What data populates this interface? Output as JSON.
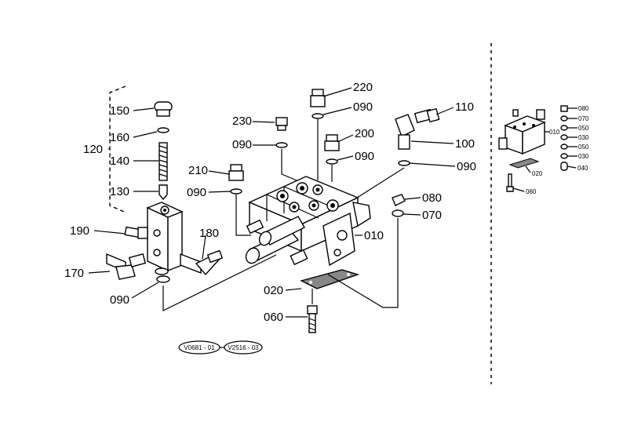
{
  "labels": {
    "p150": "150",
    "p160": "160",
    "p140": "140",
    "p120": "120",
    "p130": "130",
    "p190": "190",
    "p170": "170",
    "p180": "180",
    "p090a": "090",
    "p230": "230",
    "p090b": "090",
    "p220": "220",
    "p090c": "090",
    "p200": "200",
    "p090d": "090",
    "p210": "210",
    "p090e": "090",
    "p110": "110",
    "p100": "100",
    "p090f": "090",
    "p080": "080",
    "p070": "070",
    "p010": "010",
    "p020": "020",
    "p060": "060"
  },
  "serial": {
    "from": "V0681 - 01",
    "to": "V2516 - 03"
  },
  "thumb": {
    "p080": "080",
    "p070": "070",
    "p050": "050",
    "p030": "030",
    "p050b": "050",
    "p030b": "030",
    "p040": "040",
    "p010": "010",
    "p020": "020",
    "p060": "060"
  }
}
